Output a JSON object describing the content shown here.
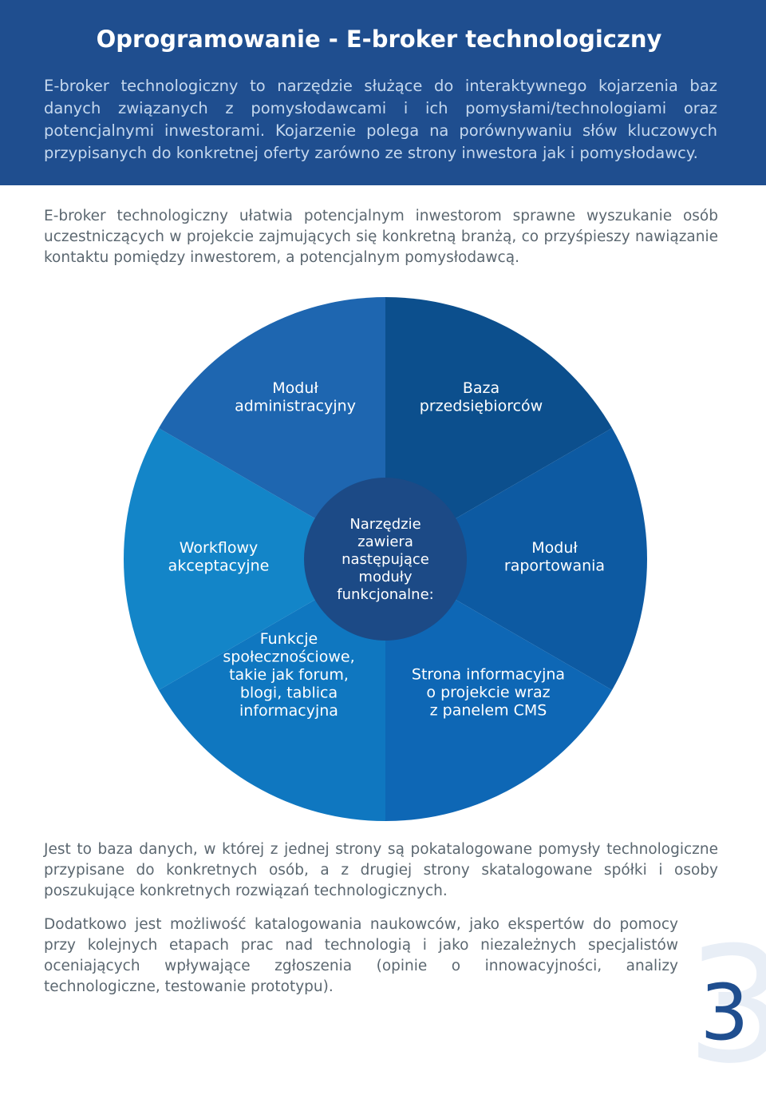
{
  "header": {
    "title": "Oprogramowanie - E-broker technologiczny",
    "intro": "E-broker technologiczny to narzędzie służące do interaktywnego kojarzenia baz danych związanych z pomysłodawcami i ich pomysłami/technologiami oraz potencjalnymi inwestorami. Kojarzenie polega na porównywaniu słów kluczowych przypisanych do konkretnej oferty zarówno ze strony inwestora jak i pomysłodawcy."
  },
  "body": {
    "paragraph1": "E-broker technologiczny ułatwia potencjalnym inwestorom sprawne wyszukanie osób uczestniczących w projekcie zajmujących się konkretną branżą, co przyśpieszy nawiązanie kontaktu pomiędzy inwestorem, a potencjalnym pomysłodawcą.",
    "paragraph2": "Jest to baza danych, w której z jednej strony są pokatalogowane pomysły technologiczne przypisane do konkretnych osób, a z drugiej strony skatalogowane spółki i osoby poszukujące konkretnych rozwiązań technologicznych.",
    "paragraph3": "Dodatkowo jest możliwość katalogowania naukowców, jako ekspertów do pomocy przy kolejnych etapach prac nad technologią i jako niezależnych specjalistów oceniających wpływające zgłoszenia (opinie o innowacyjności, analizy technologiczne, testowanie prototypu)."
  },
  "diagram": {
    "center": [
      "Narzędzie",
      "zawiera",
      "następujące",
      "moduły",
      "funkcjonalne:"
    ],
    "modules": [
      {
        "lines": [
          "Baza",
          "przedsiębiorców"
        ],
        "color": "#0c4f8d"
      },
      {
        "lines": [
          "Moduł",
          "raportowania"
        ],
        "color": "#0d5aa2"
      },
      {
        "lines": [
          "Strona informacyjna",
          "o projekcie wraz",
          "z panelem CMS"
        ],
        "color": "#0e67b5"
      },
      {
        "lines": [
          "Funkcje",
          "społecznościowe,",
          "takie jak forum,",
          "blogi, tablica",
          "informacyjna"
        ],
        "color": "#0f77c0"
      },
      {
        "lines": [
          "Workflowy",
          "akceptacyjne"
        ],
        "color": "#1385c8"
      },
      {
        "lines": [
          "Moduł",
          "administracyjny"
        ],
        "color": "#1e66b0"
      }
    ],
    "center_color": "#1c4a86"
  },
  "page_number": "3"
}
